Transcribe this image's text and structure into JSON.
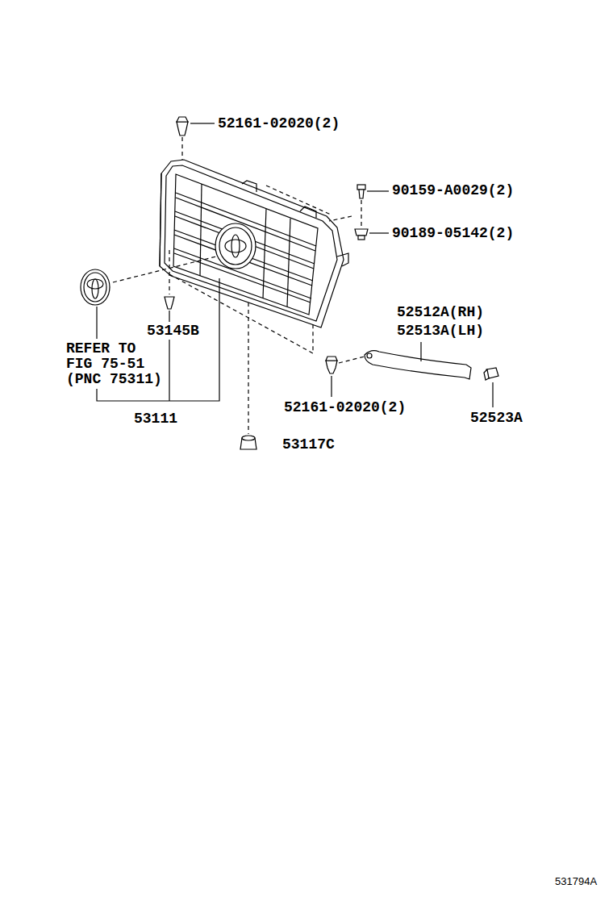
{
  "diagram": {
    "labels": [
      "52161-02020(2)",
      "90159-A0029(2)",
      "90189-05142(2)",
      "52512A(RH)",
      "52513A(LH)",
      "REFER TO FIG 75-51 (PNC 75311)",
      "53145B",
      "52161-02020(2)",
      "52523A",
      "53111",
      "53117C",
      "531794A"
    ]
  }
}
